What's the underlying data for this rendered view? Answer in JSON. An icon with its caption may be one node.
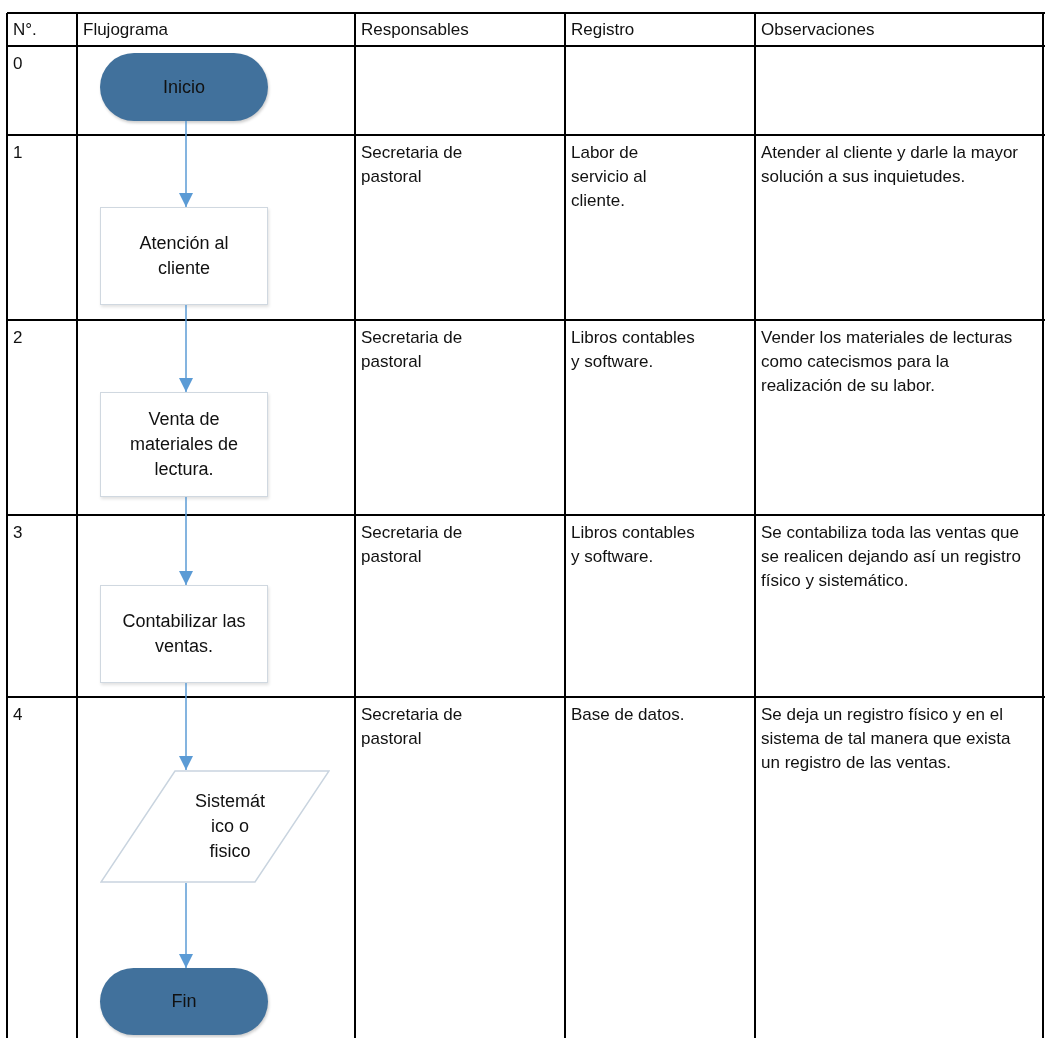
{
  "diagram": {
    "nodes": [
      {
        "text": [
          "Inicio"
        ]
      },
      {
        "text": [
          "Atención al cliente"
        ]
      },
      {
        "text": [
          "Venta de materiales de lectura."
        ]
      },
      {
        "text": [
          "Contabilizar las ventas."
        ]
      },
      {
        "text": [
          "Sistemát ico o fisico"
        ]
      },
      {
        "text": [
          "Fin"
        ]
      }
    ],
    "edges": [
      {
        "from": 0,
        "to": 1,
        "arrow": "to"
      },
      {
        "from": 1,
        "to": 2,
        "arrow": "to"
      },
      {
        "from": 2,
        "to": 3,
        "arrow": "to"
      },
      {
        "from": 3,
        "to": 4,
        "arrow": "to"
      },
      {
        "from": 4,
        "to": 5,
        "arrow": "to"
      }
    ],
    "labels": [
      "N°.",
      "Flujograma",
      "Responsables",
      "Registro",
      "Observaciones",
      "0",
      "1",
      "Secretaria de pastoral",
      "Labor de servicio al cliente.",
      "Atender al cliente y darle la mayor solución a sus inquietudes.",
      "2",
      "Secretaria de pastoral",
      "Libros contables y software.",
      "Vender los materiales de lecturas como catecismos para la realización de su labor.",
      "3",
      "Secretaria de pastoral",
      "Libros contables y software.",
      "Se contabiliza toda las ventas que se realicen dejando así un registro físico y sistemático.",
      "4",
      "Secretaria de pastoral",
      "Base de datos.",
      "Se deja un registro físico y en el sistema de tal manera que exista un registro de las ventas."
    ]
  }
}
